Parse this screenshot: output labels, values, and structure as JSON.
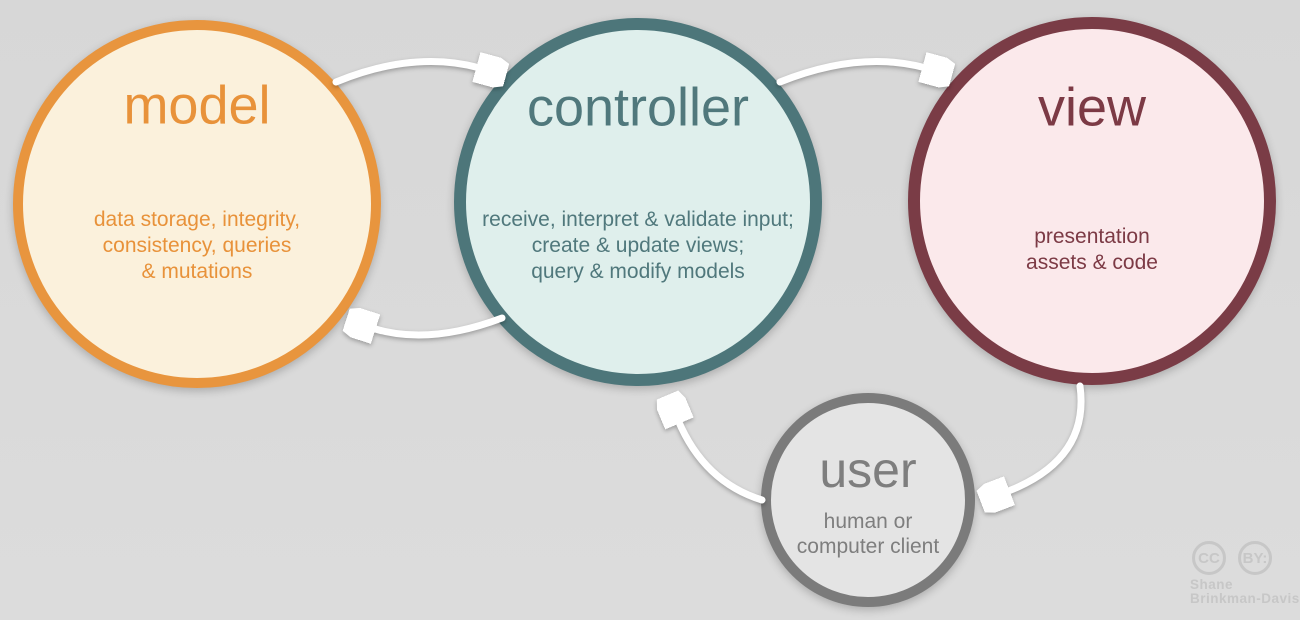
{
  "nodes": [
    {
      "id": "model",
      "label": "model",
      "description": [
        "data storage, integrity,",
        "consistency, queries",
        "& mutations"
      ],
      "border_color": "#e8953e",
      "fill_color": "#fbf1dc",
      "text_color": "#e8923a"
    },
    {
      "id": "controller",
      "label": "controller",
      "description": [
        "receive, interpret & validate input;",
        "create & update views;",
        "query & modify models"
      ],
      "border_color": "#4d767a",
      "fill_color": "#dfefec",
      "text_color": "#50787c"
    },
    {
      "id": "view",
      "label": "view",
      "description": [
        "presentation",
        "assets & code"
      ],
      "border_color": "#7a3c46",
      "fill_color": "#fbe9eb",
      "text_color": "#7c3a45"
    },
    {
      "id": "user",
      "label": "user",
      "description": [
        "human or",
        "computer client"
      ],
      "border_color": "#7b7b7b",
      "fill_color": "#e4e4e4",
      "text_color": "#7e7e7e"
    }
  ],
  "edges": [
    {
      "from": "model",
      "to": "controller"
    },
    {
      "from": "controller",
      "to": "view"
    },
    {
      "from": "view",
      "to": "user"
    },
    {
      "from": "user",
      "to": "controller"
    },
    {
      "from": "controller",
      "to": "model"
    }
  ],
  "arrow_color": "#ffffff",
  "background_color": "#d9d9d9",
  "credit": {
    "cc_label": "CC",
    "by_label": "BY:",
    "name_line1": "Shane",
    "name_line2": "Brinkman-Davis"
  }
}
